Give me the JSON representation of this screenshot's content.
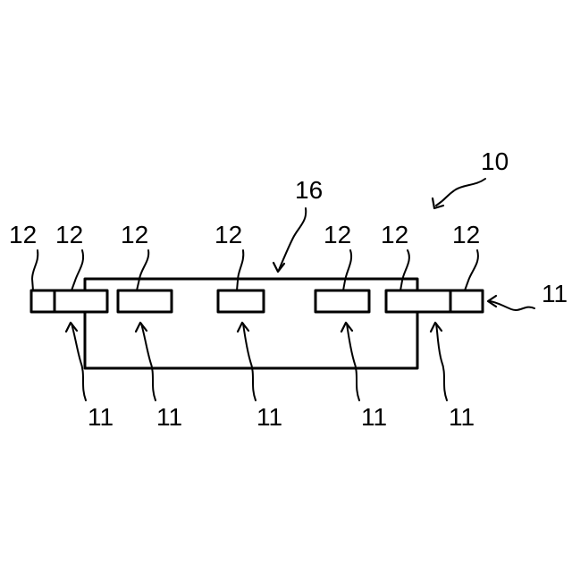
{
  "diagram": {
    "labels": {
      "assembly": "10",
      "board": "16",
      "component": "11",
      "terminal": "12"
    }
  }
}
